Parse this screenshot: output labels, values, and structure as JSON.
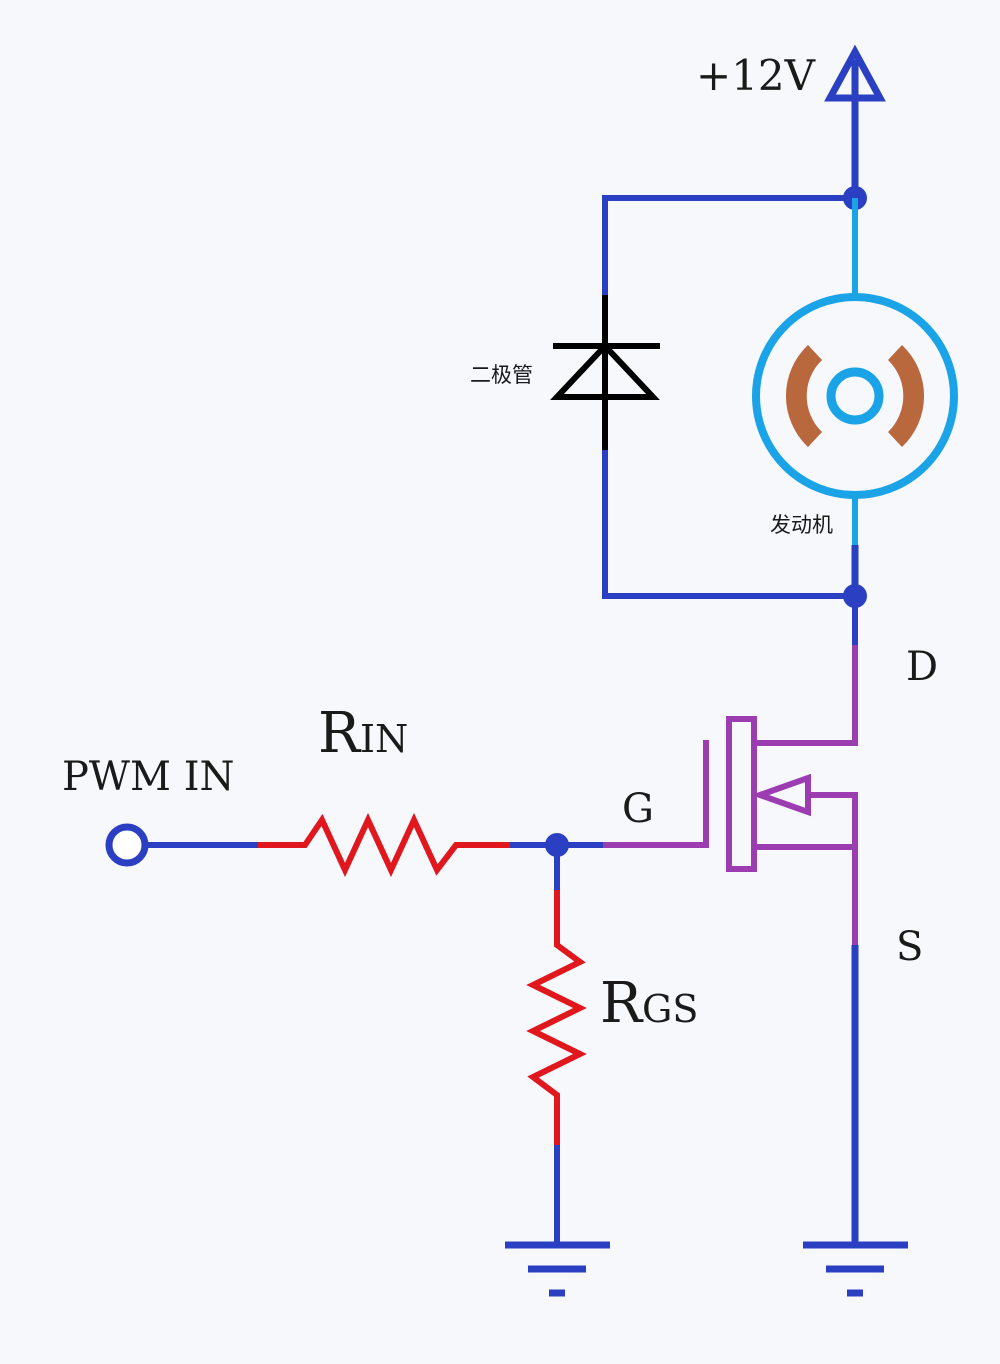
{
  "diagram": {
    "labels": {
      "supply": "+12V",
      "pwm_in": "PWM IN",
      "r_in_main": "R",
      "r_in_sub": "IN",
      "r_gs_main": "R",
      "r_gs_sub": "GS",
      "gate": "G",
      "drain": "D",
      "source": "S",
      "diode": "二极管",
      "motor": "发动机"
    },
    "colors": {
      "wire": "#2b3fc2",
      "resistor": "#e0181e",
      "mosfet": "#9b3db0",
      "motor_ring": "#1aa3e6",
      "motor_brush": "#b9683e",
      "diode": "#000000",
      "background": "#f6f8fc"
    }
  }
}
